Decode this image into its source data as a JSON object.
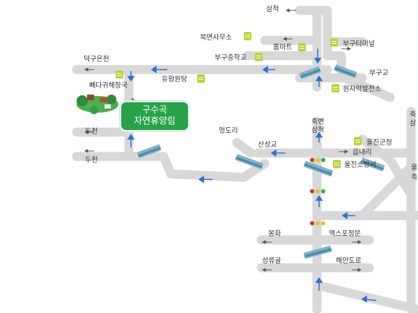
{
  "map": {
    "colors": {
      "road": "#d8d8d8",
      "arrow": "#2f6fd0",
      "small_arrow": "#555555",
      "bridge": "#7fb2c8",
      "facility_icon": "#b8d43a",
      "badge": "#27a34a",
      "signal_red": "#d92b2b",
      "signal_yellow": "#e6c21c",
      "signal_green": "#3aa73a"
    },
    "destination": {
      "line1": "구수곡",
      "line2": "자연휴양림"
    },
    "labels": {
      "samcheok_top": "삼척",
      "bukmyeon_office": "북면사무소",
      "homart": "홈마트",
      "bugu_terminal": "부구터미널",
      "bugu_middle_school": "부구중학교",
      "deokgu_hot_spring": "덕구온천",
      "yuhwang_bath": "유황원탕",
      "bugu_bridge": "부구교",
      "nuclear_plant": "원자력발전소",
      "ppaedagwi_camp": "빼다귀해장국",
      "mungdori": "멍도리",
      "jukbyeon": "죽변",
      "samcheok_mid": "삼척",
      "duchen_1": "두천",
      "duchen_2": "두천",
      "sanseong_bridge": "산성교",
      "uljin_county": "울진군청",
      "eupnaeri": "읍내리",
      "uljin_fire": "울진소방서",
      "bonghwa": "봉화",
      "expo_gate": "엑스포정문",
      "seongnyugul": "성류굴",
      "haean_road": "해안도로",
      "edge_1": "죽",
      "edge_2": "삼",
      "edge_3": "울",
      "edge_4": "죽"
    }
  }
}
